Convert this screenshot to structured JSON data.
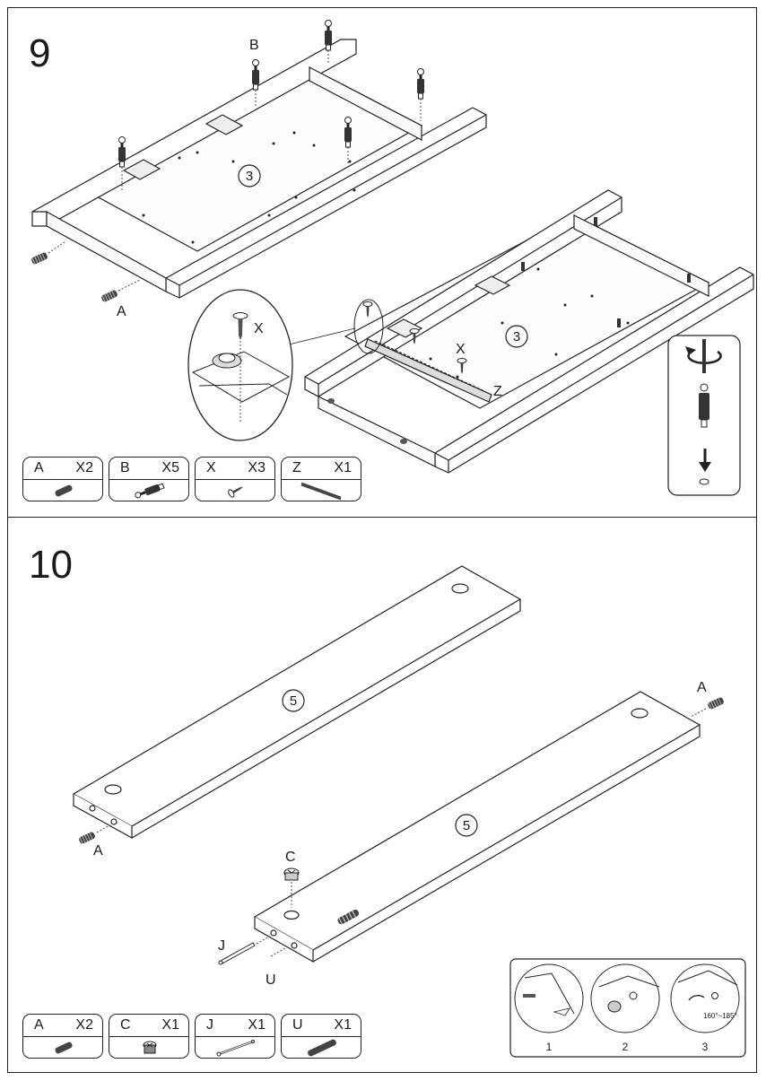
{
  "steps": [
    {
      "number": "9",
      "part_circle_left": "3",
      "part_circle_right": "3",
      "callouts": {
        "a": "A",
        "b": "B",
        "x_detail": "X",
        "x_main": "X",
        "z": "Z"
      },
      "parts": [
        {
          "letter": "A",
          "qty": "X2",
          "icon": "dowel-icon"
        },
        {
          "letter": "B",
          "qty": "X5",
          "icon": "cam-bolt-icon"
        },
        {
          "letter": "X",
          "qty": "X3",
          "icon": "screw-icon"
        },
        {
          "letter": "Z",
          "qty": "X1",
          "icon": "drawer-slide-icon"
        }
      ]
    },
    {
      "number": "10",
      "part_circle_top": "5",
      "part_circle_bottom": "5",
      "callouts": {
        "a_left": "A",
        "a_right": "A",
        "c": "C",
        "j": "J",
        "u": "U"
      },
      "inset": {
        "panels": [
          "1",
          "2",
          "3"
        ],
        "angle_text": "160°~185°"
      },
      "parts": [
        {
          "letter": "A",
          "qty": "X2",
          "icon": "dowel-icon"
        },
        {
          "letter": "C",
          "qty": "X1",
          "icon": "cam-lock-icon"
        },
        {
          "letter": "J",
          "qty": "X1",
          "icon": "pin-icon"
        },
        {
          "letter": "U",
          "qty": "X1",
          "icon": "threaded-dowel-icon"
        }
      ]
    }
  ]
}
